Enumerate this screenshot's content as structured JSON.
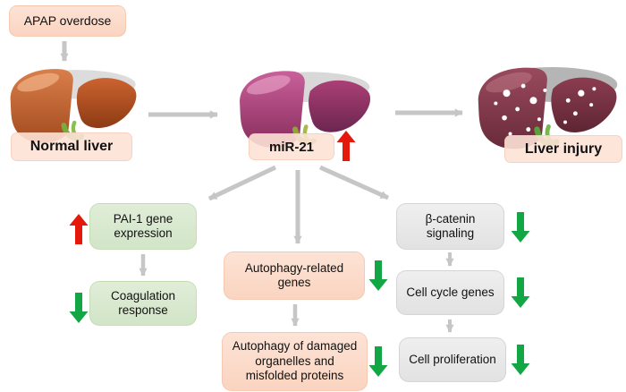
{
  "top": {
    "apap_overdose": "APAP overdose",
    "livers": [
      {
        "label": "Normal liver",
        "state": "normal"
      },
      {
        "label": "miR-21",
        "state": "mir21-upregulated",
        "trend": "up"
      },
      {
        "label": "Liver injury",
        "state": "injured"
      }
    ]
  },
  "branches": {
    "pai1": {
      "label": "PAI-1 gene expression",
      "trend": "up"
    },
    "coagulation": {
      "label": "Coagulation response",
      "trend": "down"
    },
    "autophagy_genes": {
      "label": "Autophagy-related genes",
      "trend": "down"
    },
    "autophagy_process": {
      "label": "Autophagy of damaged organelles and misfolded proteins",
      "trend": "down"
    },
    "beta_catenin": {
      "label": "β-catenin signaling",
      "trend": "down"
    },
    "cell_cycle": {
      "label": "Cell cycle genes",
      "trend": "down"
    },
    "cell_proliferation": {
      "label": "Cell proliferation",
      "trend": "down"
    }
  },
  "colors": {
    "salmon_box": "#fbdccb",
    "green_box": "#d9e8d0",
    "gray_box": "#e9e9e9",
    "connector_gray": "#c6c6c6",
    "up_arrow_red": "#e5190b",
    "down_arrow_green": "#12a644",
    "normal_liver": "#c8642f",
    "mir21_liver": "#b14479",
    "injured_liver": "#87394a"
  }
}
